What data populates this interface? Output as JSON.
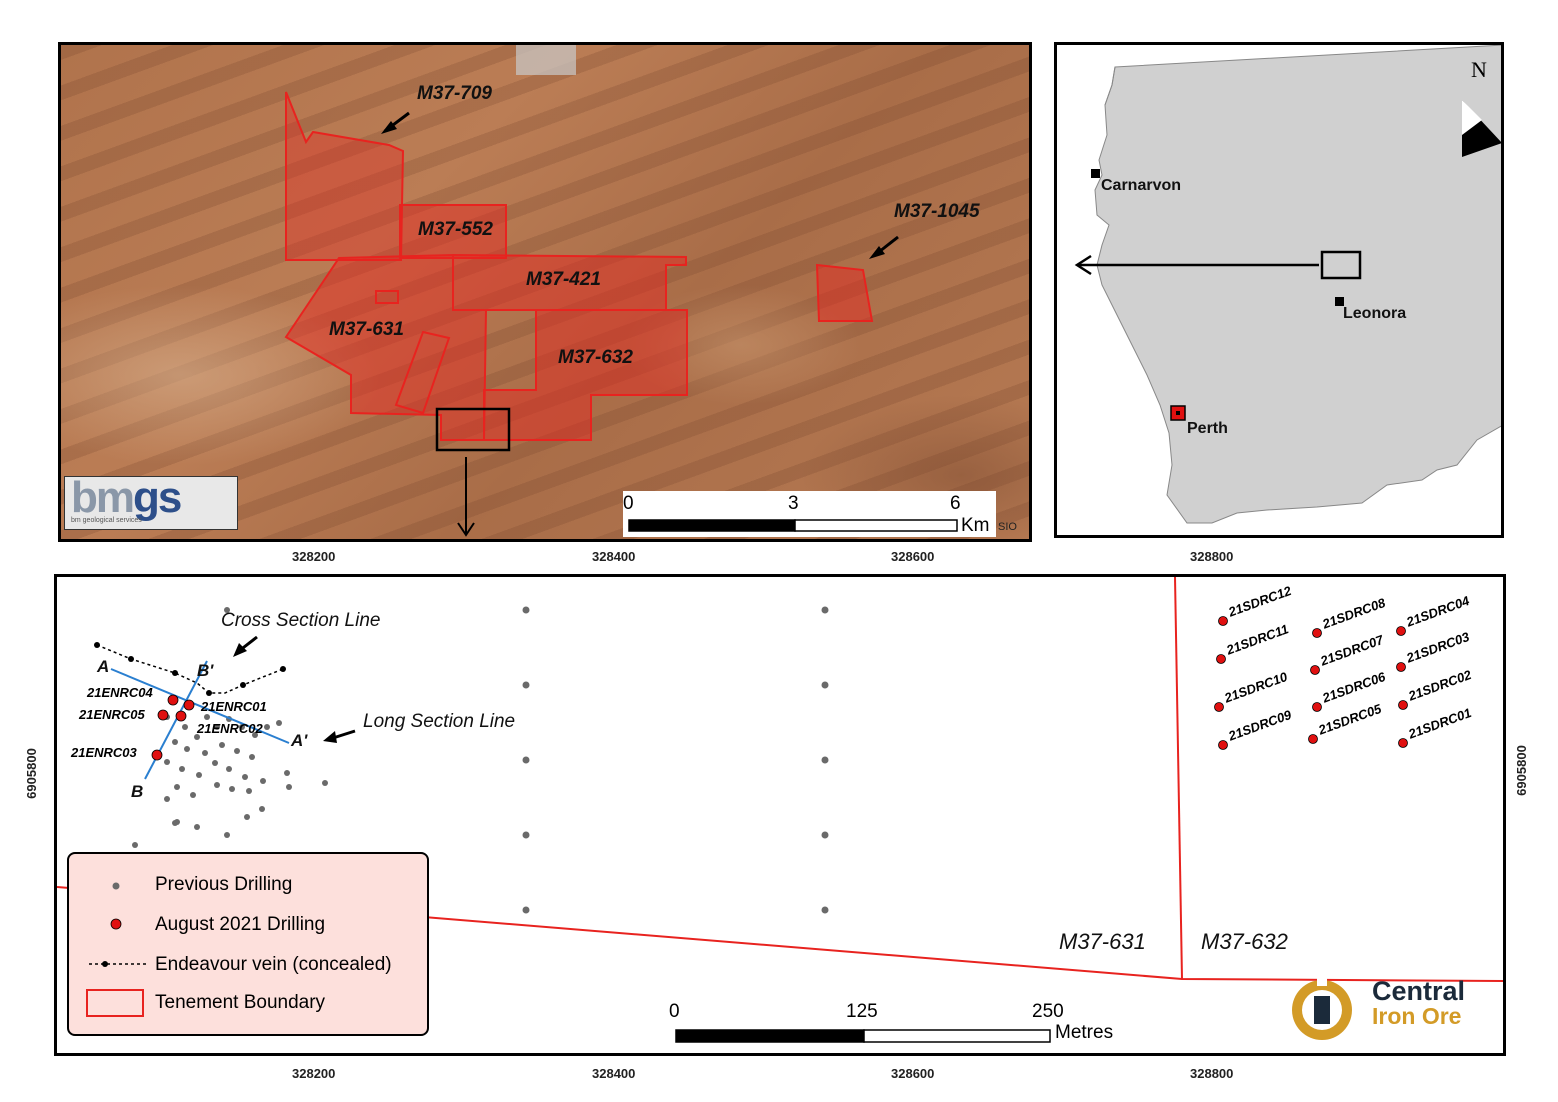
{
  "satellite": {
    "tenements": [
      "M37-709",
      "M37-552",
      "M37-421",
      "M37-631",
      "M37-632",
      "M37-1045"
    ],
    "scale_ticks": [
      "0",
      "3",
      "6"
    ],
    "scale_unit": "Km",
    "imagery_credit": "SIO",
    "logo_text_1": "bm",
    "logo_text_2": "gs",
    "logo_sub": "bm geological services"
  },
  "inset": {
    "north": "N",
    "towns": [
      "Carnarvon",
      "Leonora",
      "Perth"
    ]
  },
  "detail": {
    "x_ticks": [
      "328200",
      "328400",
      "328600",
      "328800"
    ],
    "y_tick": "6905800",
    "section_labels": [
      "Cross Section Line",
      "Long Section Line"
    ],
    "line_ends": [
      "A",
      "A'",
      "B",
      "B'"
    ],
    "enrc_holes": [
      "21ENRC04",
      "21ENRC05",
      "21ENRC01",
      "21ENRC02",
      "21ENRC03"
    ],
    "sdrc_holes": [
      "21SDRC12",
      "21SDRC11",
      "21SDRC10",
      "21SDRC09",
      "21SDRC08",
      "21SDRC07",
      "21SDRC06",
      "21SDRC05",
      "21SDRC04",
      "21SDRC03",
      "21SDRC02",
      "21SDRC01"
    ],
    "tenement_labels": [
      "M37-631",
      "M37-632"
    ],
    "scale_ticks": [
      "0",
      "125",
      "250"
    ],
    "scale_unit": "Metres"
  },
  "legend": {
    "items": [
      "Previous Drilling",
      "August 2021 Drilling",
      "Endeavour vein (concealed)",
      "Tenement Boundary"
    ]
  },
  "company": {
    "line1": "Central",
    "line2": "Iron Ore"
  },
  "colors": {
    "tenement_red": "#e8231f",
    "drill_red": "#e01010",
    "previous_grey": "#6a6a6a",
    "section_blue": "#2a7fd0",
    "legend_bg": "#fde0dc"
  }
}
